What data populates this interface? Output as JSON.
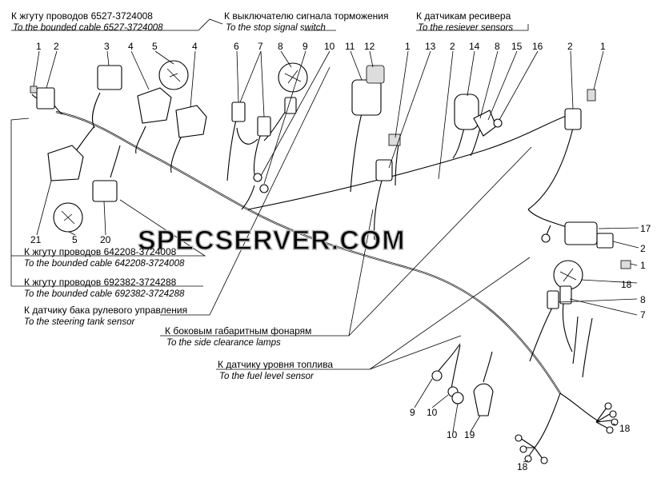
{
  "watermark": "SPECSERVER.COM",
  "captions": [
    {
      "ru": "К жгуту проводов 6527-3724008",
      "en": "To the bounded cable 6527-3724008"
    },
    {
      "ru": "К выключателю сигнала торможения",
      "en": "To the stop signal switch"
    },
    {
      "ru": "К датчикам ресивера",
      "en": "To the resiever sensors"
    },
    {
      "ru": "К жгуту проводов 642208-3724008",
      "en": "To the bounded cable 642208-3724008"
    },
    {
      "ru": "К жгуту проводов 692382-3724288",
      "en": "To the bounded cable 692382-3724288"
    },
    {
      "ru": "К датчику бака рулевого управления",
      "en": "To the steering tank sensor"
    },
    {
      "ru": "К боковым габаритным фонарям",
      "en": "To the side clearance lamps"
    },
    {
      "ru": "К датчику уровня топлива",
      "en": "To the fuel level sensor"
    }
  ],
  "callouts": [
    "1",
    "2",
    "3",
    "4",
    "5",
    "4",
    "6",
    "7",
    "8",
    "9",
    "10",
    "11",
    "12",
    "1",
    "13",
    "2",
    "14",
    "8",
    "15",
    "16",
    "2",
    "1",
    "21",
    "5",
    "20",
    "17",
    "2",
    "1",
    "18",
    "8",
    "7",
    "9",
    "10",
    "10",
    "19",
    "18",
    "18"
  ]
}
